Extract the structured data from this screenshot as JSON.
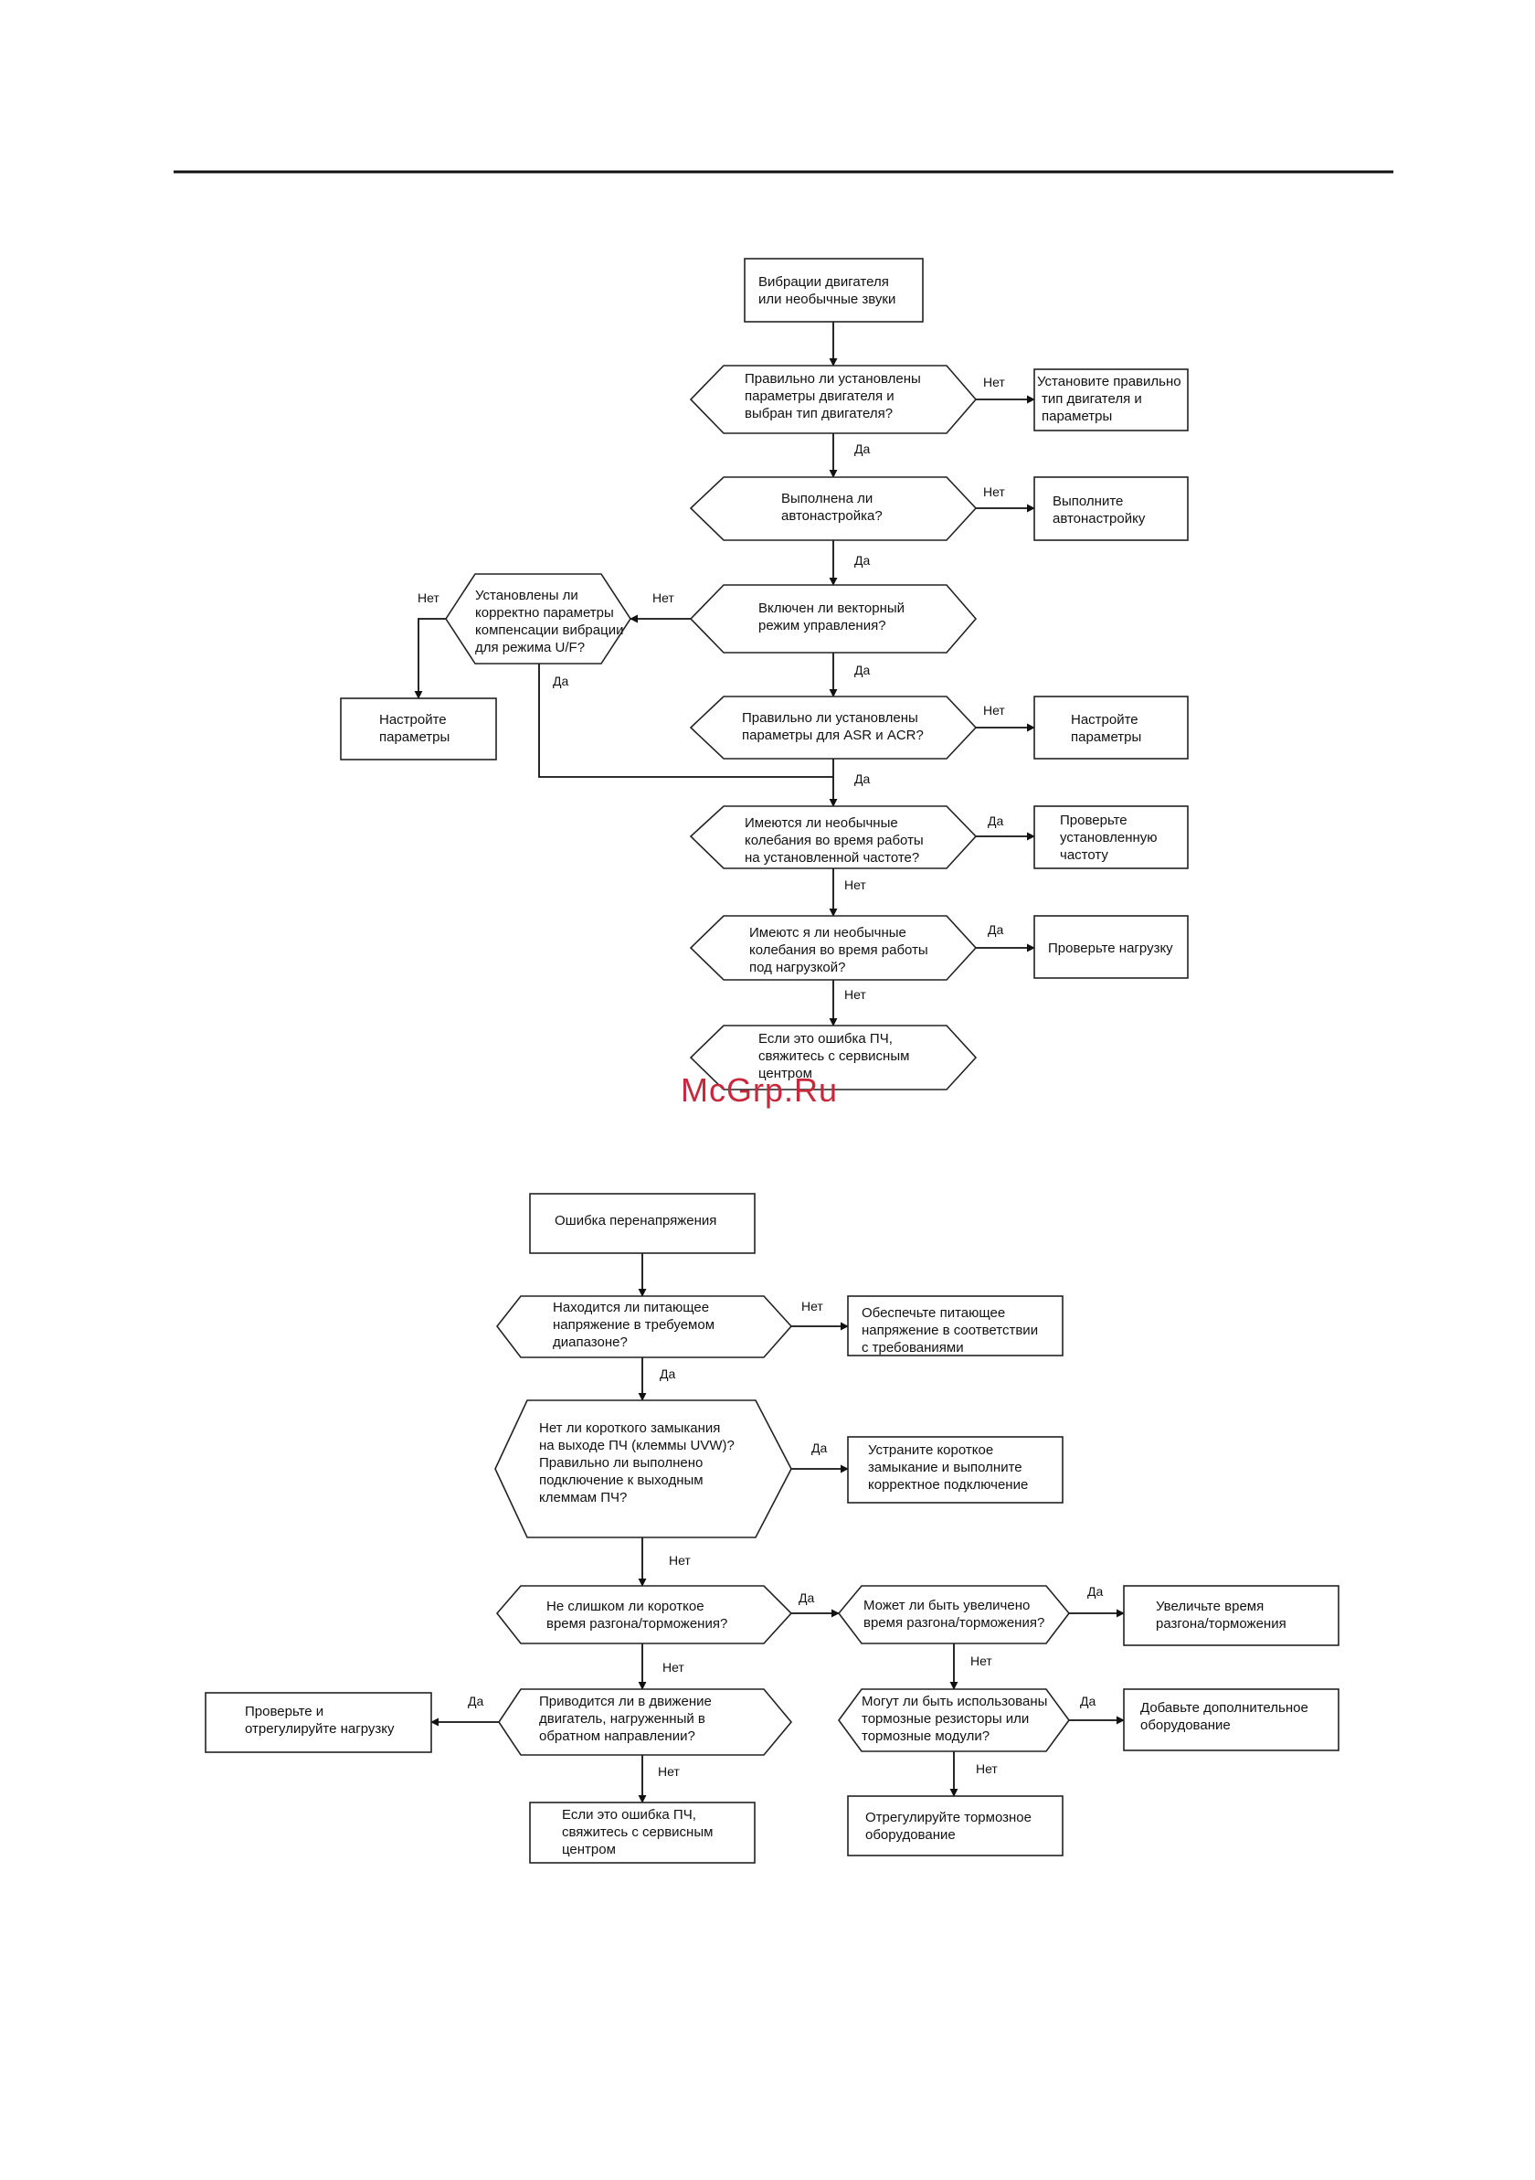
{
  "watermark": "McGrp.Ru",
  "colors": {
    "watermark": "#c8283c",
    "line": "#111111"
  },
  "labels": {
    "yes": "Да",
    "no": "Нет"
  },
  "flow1": {
    "start": [
      "Вибрации двигателя",
      "или необычные звуки"
    ],
    "d1": [
      "Правильно ли установлены",
      "параметры двигателя и",
      "выбран тип двигателя?"
    ],
    "a1": [
      "Установите правильно",
      "тип двигателя и",
      "параметры"
    ],
    "d2": [
      "Выполнена ли",
      "автонастройка?"
    ],
    "a2": [
      "Выполните",
      "автонастройку"
    ],
    "d3": [
      "Включен ли векторный",
      "режим управления?"
    ],
    "d3b": [
      "Установлены ли",
      "корректно параметры",
      "компенсации вибрации",
      "для режима U/F?"
    ],
    "a3b": [
      "Настройте",
      "параметры"
    ],
    "d4": [
      "Правильно ли установлены",
      "параметры для ASR и ACR?"
    ],
    "a4": [
      "Настройте",
      "параметры"
    ],
    "d5": [
      "Имеются ли необычные",
      "колебания во время работы",
      "на установленной частоте?"
    ],
    "a5": [
      "Проверьте",
      "установленную",
      "частоту"
    ],
    "d6": [
      "Имеютс я ли необычные",
      "колебания во время работы",
      "под нагрузкой?"
    ],
    "a6": [
      "Проверьте нагрузку"
    ],
    "end": [
      "Если это ошибка ПЧ,",
      "свяжитесь с сервисным",
      "центром"
    ]
  },
  "flow2": {
    "start": [
      "Ошибка перенапряжения"
    ],
    "d1": [
      "Находится ли питающее",
      "напряжение в требуемом",
      "диапазоне?"
    ],
    "a1": [
      "Обеспечьте питающее",
      "напряжение в соответствии",
      "с требованиями"
    ],
    "d2": [
      "Нет ли короткого замыкания",
      "на выходе ПЧ (клеммы UVW)?",
      "Правильно ли выполнено",
      "подключение к выходным",
      "клеммам ПЧ?"
    ],
    "a2": [
      "Устраните короткое",
      "замыкание и выполните",
      "корректное подключение"
    ],
    "d3": [
      "Не слишком ли короткое",
      "время разгона/торможения?"
    ],
    "d3r": [
      "Может ли быть увеличено",
      "время разгона/торможения?"
    ],
    "a3r": [
      "Увеличьте время",
      "разгона/торможения"
    ],
    "d3r2": [
      "Могут ли быть использованы",
      "тормозные резисторы или",
      "тормозные модули?"
    ],
    "a3r2": [
      "Добавьте дополнительное",
      "оборудование"
    ],
    "a3r2b": [
      "Отрегулируйте тормозное",
      "оборудование"
    ],
    "d4": [
      "Приводится ли в движение",
      "двигатель, нагруженный в",
      "обратном направлении?"
    ],
    "a4": [
      "Проверьте и",
      "отрегулируйте нагрузку"
    ],
    "end": [
      "Если это ошибка ПЧ,",
      "свяжитесь с сервисным",
      "центром"
    ]
  }
}
